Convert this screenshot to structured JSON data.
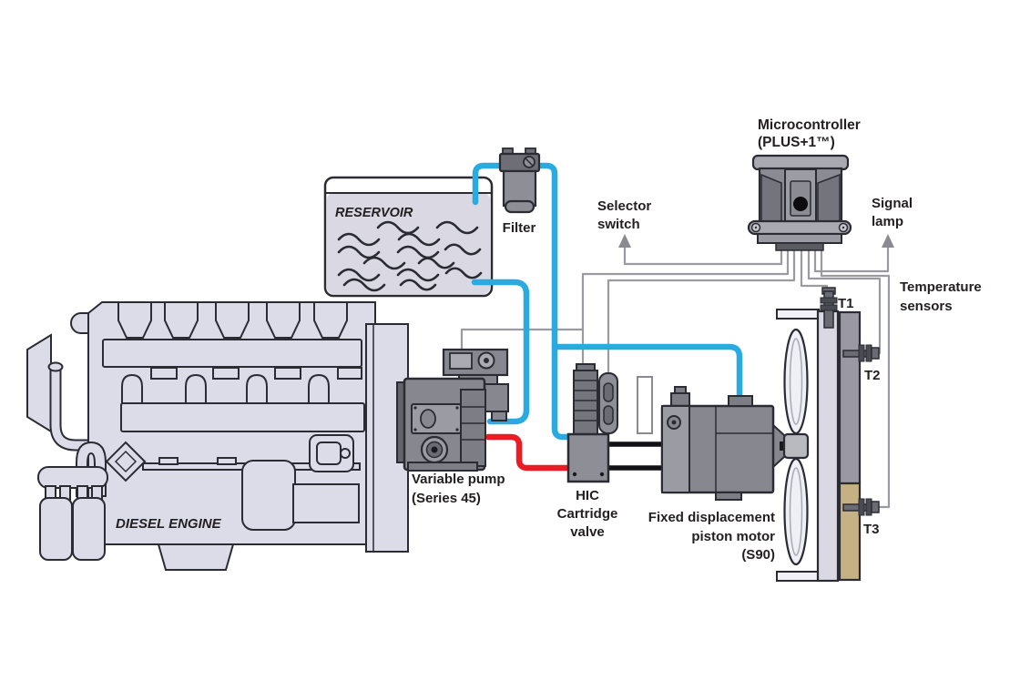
{
  "diagram": {
    "subject": "Hydraulic fan drive system schematic",
    "colors": {
      "suction_line": "#29abe2",
      "pressure_line": "#ec1c24",
      "signal_wire": "#9a9aa0",
      "engine_fill": "#dcdbe8",
      "component_gray": "#8a8a92",
      "radiator_core_tan": "#c5b184",
      "outline": "#2b2b33"
    },
    "labels": {
      "reservoir": "RESERVOIR",
      "filter": "Filter",
      "diesel_engine": "DIESEL ENGINE",
      "variable_pump": [
        "Variable pump",
        "(Series 45)"
      ],
      "hic_valve": [
        "HIC",
        "Cartridge",
        "valve"
      ],
      "piston_motor": [
        "Fixed displacement",
        "piston motor",
        "(S90)"
      ],
      "microcontroller": [
        "Microcontroller",
        "(PLUS+1™)"
      ],
      "selector_switch": [
        "Selector",
        "switch"
      ],
      "signal_lamp": [
        "Signal",
        "lamp"
      ],
      "temperature_sensors": [
        "Temperature",
        "sensors"
      ],
      "sensor_t1": "T1",
      "sensor_t2": "T2",
      "sensor_t3": "T3"
    }
  }
}
